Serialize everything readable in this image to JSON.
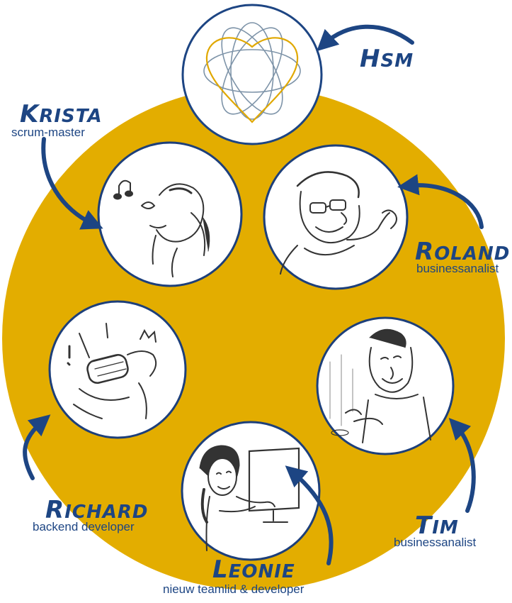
{
  "colors": {
    "big_circle": "#e3ad00",
    "ink": "#1d4583",
    "logo_gold": "#e0a800",
    "logo_grey": "#7d93a8",
    "portrait_border": "#1d3f7a",
    "sketch": "#333333"
  },
  "hsm": {
    "label": "HSM",
    "logo_icon": "heart-atom-logo-icon"
  },
  "team": [
    {
      "id": "krista",
      "name": "Krista",
      "role": "scrum-master",
      "icon": "singing-woman-sketch-icon"
    },
    {
      "id": "roland",
      "name": "Roland",
      "role": "businessanalist",
      "icon": "waving-man-sketch-icon"
    },
    {
      "id": "richard",
      "name": "Richard",
      "role": "backend developer",
      "icon": "falling-man-sketch-icon"
    },
    {
      "id": "tim",
      "name": "Tim",
      "role": "businessanalist",
      "icon": "laughing-man-sketch-icon"
    },
    {
      "id": "leonie",
      "name": "Leonie",
      "role": "nieuw teamlid & developer",
      "icon": "woman-computer-sketch-icon"
    }
  ]
}
